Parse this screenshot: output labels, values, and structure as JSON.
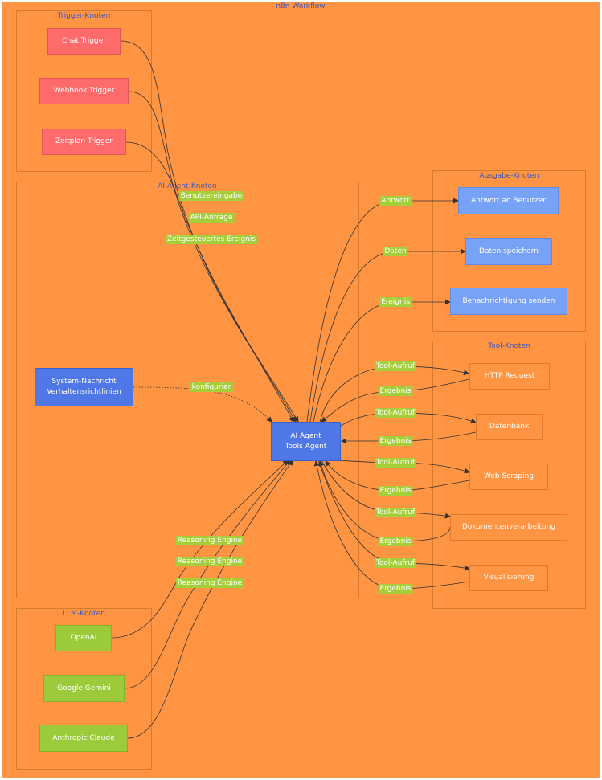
{
  "title": "n8n Workflow",
  "clusters": {
    "trigger": "Trigger-Knoten",
    "agent": "AI Agent-Knoten",
    "output": "Ausgabe-Knoten",
    "tools": "Tool-Knoten",
    "llm": "LLM-Knoten"
  },
  "nodes": {
    "chat_trigger": "Chat Trigger",
    "webhook_trigger": "Webhook Trigger",
    "schedule_trigger": "Zeitplan Trigger",
    "system_message_line1": "System-Nachricht",
    "system_message_line2": "Verhaltensrichtlinien",
    "agent_line1": "AI Agent",
    "agent_line2": "Tools Agent",
    "respond_user": "Antwort an Benutzer",
    "save_data": "Daten speichern",
    "send_notification": "Benachrichtigung senden",
    "http_request": "HTTP Request",
    "database": "Datenbank",
    "web_scraping": "Web Scraping",
    "document_processing": "Dokumentenverarbeitung",
    "visualization": "Visualisierung",
    "openai": "OpenAI",
    "gemini": "Google Gemini",
    "claude": "Anthropic Claude"
  },
  "edge_labels": {
    "user_input": "Benutzereingabe",
    "api_request": "API-Anfrage",
    "scheduled_event": "Zeitgesteuertes Ereignis",
    "configure": "konfigurier",
    "answer": "Antwort",
    "data": "Daten",
    "event": "Ereignis",
    "tool_call": "Tool-Aufruf",
    "result": "Ergebnis",
    "reasoning": "Reasoning Engine"
  },
  "colors": {
    "background": "#ff9442",
    "trigger": "#ff6b6b",
    "agent": "#4f78e6",
    "output": "#78a2f6",
    "tool": "#ff9442",
    "llm": "#9bcb3a",
    "edge_label": "#a4cf3a",
    "cluster_title": "#3b57c4"
  }
}
